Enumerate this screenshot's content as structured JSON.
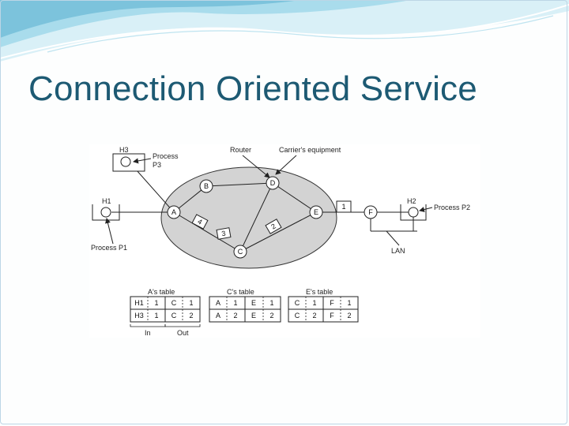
{
  "slide": {
    "title": "Connection Oriented Service",
    "colors": {
      "title": "#1d5a73",
      "banner_light": "#d9f0f7",
      "banner_mid": "#7cc3dc",
      "cloud_fill": "#d3d3d3"
    }
  },
  "diagram": {
    "labels": {
      "h3": "H3",
      "process_p3_line1": "Process",
      "process_p3_line2": "P3",
      "router": "Router",
      "carrier": "Carrier's equipment",
      "h1": "H1",
      "process_p1": "Process P1",
      "h2": "H2",
      "process_p2": "Process P2",
      "lan": "LAN",
      "queue": "1"
    },
    "nodes": {
      "a": "A",
      "b": "B",
      "c": "C",
      "d": "D",
      "e": "E",
      "f": "F"
    },
    "packets": {
      "p4": "4",
      "p3": "3",
      "p2": "2"
    },
    "tables": [
      {
        "title": "A's table",
        "rows": [
          [
            "H1",
            "1",
            "C",
            "1"
          ],
          [
            "H3",
            "1",
            "C",
            "2"
          ]
        ]
      },
      {
        "title": "C's table",
        "rows": [
          [
            "A",
            "1",
            "E",
            "1"
          ],
          [
            "A",
            "2",
            "E",
            "2"
          ]
        ]
      },
      {
        "title": "E's table",
        "rows": [
          [
            "C",
            "1",
            "F",
            "1"
          ],
          [
            "C",
            "2",
            "F",
            "2"
          ]
        ]
      }
    ],
    "in_label": "In",
    "out_label": "Out"
  }
}
